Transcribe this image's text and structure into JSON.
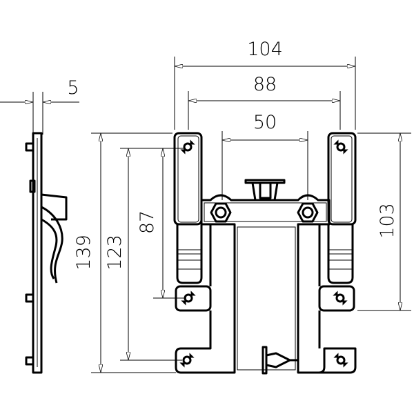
{
  "drawing": {
    "dimensions": {
      "overall_width": "104",
      "arm_spacing": "88",
      "nut_spacing": "50",
      "height_right": "103",
      "height_outer": "123",
      "height_inner": "87",
      "side_height": "139",
      "thickness": "5"
    },
    "line_color": "#000000",
    "background_color": "#ffffff"
  }
}
